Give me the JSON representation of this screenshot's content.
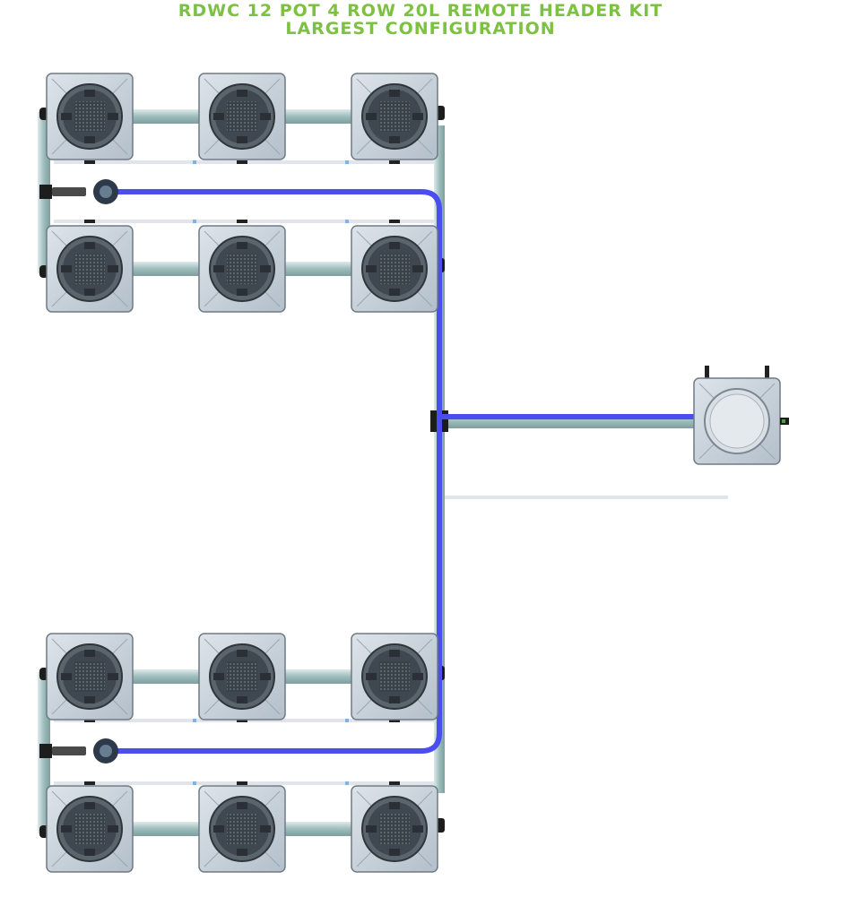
{
  "header": {
    "title_line1": "RDWC 12 POT 4 ROW 20L REMOTE HEADER KIT",
    "title_line2": "LARGEST CONFIGURATION"
  },
  "colors": {
    "title": "#7cc142",
    "blue_hose": "#4a4ef0",
    "pipe": "#a9c4c4",
    "pot_body": "#c9d3dc",
    "lid": "#3f4850",
    "tray": "#e2e4ec"
  },
  "layout": {
    "pot_count": 12,
    "row_count": 4,
    "pots_per_row": 3,
    "header_tank_count": 1
  }
}
